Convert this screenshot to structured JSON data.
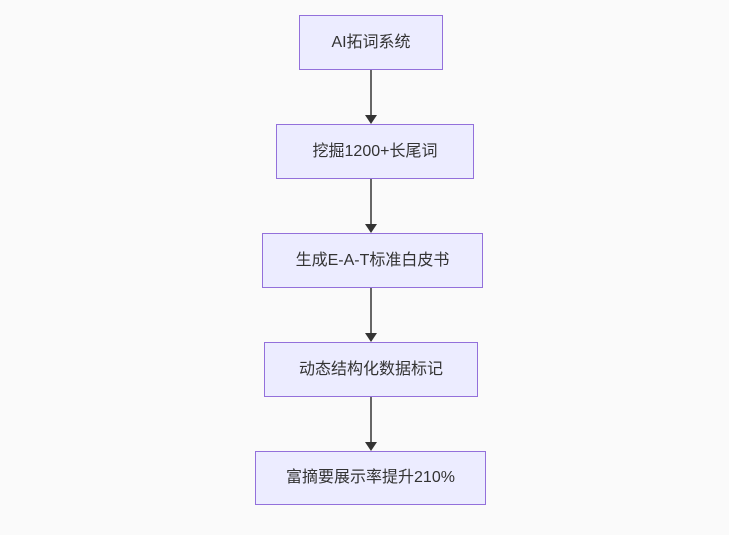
{
  "page": {
    "background_color": "#fafafa"
  },
  "flowchart": {
    "type": "flowchart",
    "direction": "top-down",
    "node_fill_color": "#ECECFF",
    "node_border_color": "#9370DB",
    "text_color": "#333333",
    "edge_line_color": "#666666",
    "arrowhead_color": "#333333",
    "nodes": [
      {
        "id": "n1",
        "label": "AI拓词系统"
      },
      {
        "id": "n2",
        "label": "挖掘1200+长尾词"
      },
      {
        "id": "n3",
        "label": "生成E-A-T标准白皮书"
      },
      {
        "id": "n4",
        "label": "动态结构化数据标记"
      },
      {
        "id": "n5",
        "label": "富摘要展示率提升210%"
      }
    ],
    "edges": [
      {
        "from": "n1",
        "to": "n2"
      },
      {
        "from": "n2",
        "to": "n3"
      },
      {
        "from": "n3",
        "to": "n4"
      },
      {
        "from": "n4",
        "to": "n5"
      }
    ]
  }
}
